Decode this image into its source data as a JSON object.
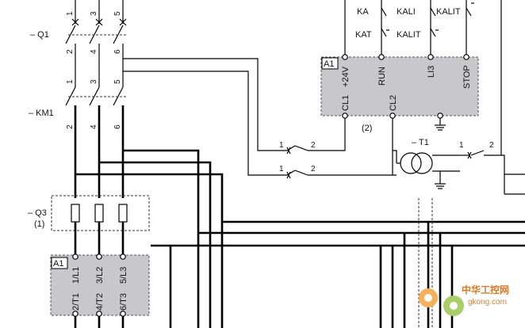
{
  "labels": {
    "q1": "– Q1",
    "km1": "– KM1",
    "q3": "– Q3",
    "q3_note": "(1)",
    "t1": "– T1",
    "note_2": "(2)",
    "a1_top": "A1",
    "a1_bottom": "A1"
  },
  "pole_numbers": {
    "q1_top": [
      "1",
      "3",
      "5"
    ],
    "q1_bottom": [
      "2",
      "4",
      "6"
    ],
    "km1_top": [
      "1",
      "3",
      "5"
    ],
    "km1_bottom": [
      "2",
      "4",
      "6"
    ]
  },
  "control_contacts": {
    "row1": [
      "KA",
      "KALI",
      "KALIT"
    ],
    "row2": [
      "KAT",
      "KALIT"
    ]
  },
  "a1_top_terminals": {
    "top": [
      "+24V",
      "RUN",
      "LI3",
      "STOP"
    ],
    "bottom": [
      "CL1",
      "CL2"
    ]
  },
  "a1_bottom_terminals": {
    "top": [
      "1/L1",
      "3/L2",
      "5/L3"
    ],
    "bottom": [
      "2/T1",
      "4/T2",
      "6/T3"
    ]
  },
  "switch_numbers": {
    "sw1": [
      "1",
      "2"
    ],
    "sw2": [
      "1",
      "2"
    ],
    "sw3": [
      "1",
      "2"
    ]
  },
  "watermark": {
    "name": "中华工控网",
    "url": "gkong.com"
  }
}
